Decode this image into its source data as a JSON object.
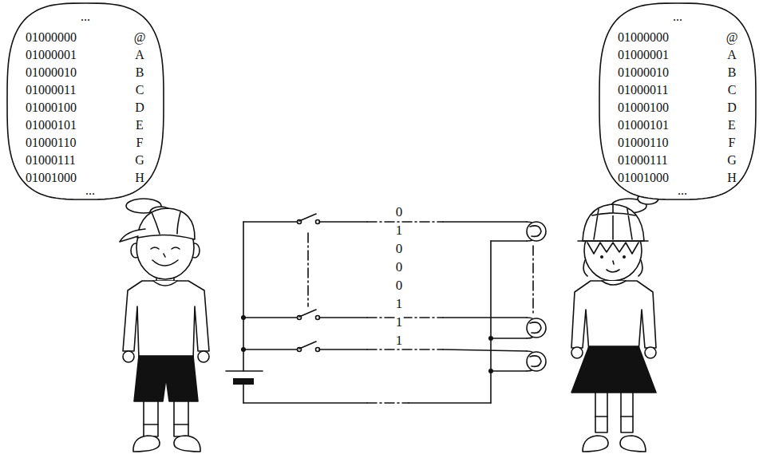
{
  "diagram": {
    "nodes": [
      {
        "text": [
          "...",
          "01000000",
          "@",
          "01000001",
          "A",
          "01000010",
          "B",
          "01000011",
          "C",
          "01000100",
          "D",
          "01000101",
          "E",
          "01000110",
          "F",
          "01000111",
          "G",
          "01001000",
          "H",
          "..."
        ]
      },
      {
        "text": [
          "...",
          "01000000",
          "@",
          "01000001",
          "A",
          "01000010",
          "B",
          "01000011",
          "C",
          "01000100",
          "D",
          "01000101",
          "E",
          "01000110",
          "F",
          "01000111",
          "G",
          "01001000",
          "H",
          "..."
        ]
      }
    ],
    "labels": [
      "0",
      "1",
      "0",
      "0",
      "0",
      "1",
      "1",
      "1"
    ]
  }
}
